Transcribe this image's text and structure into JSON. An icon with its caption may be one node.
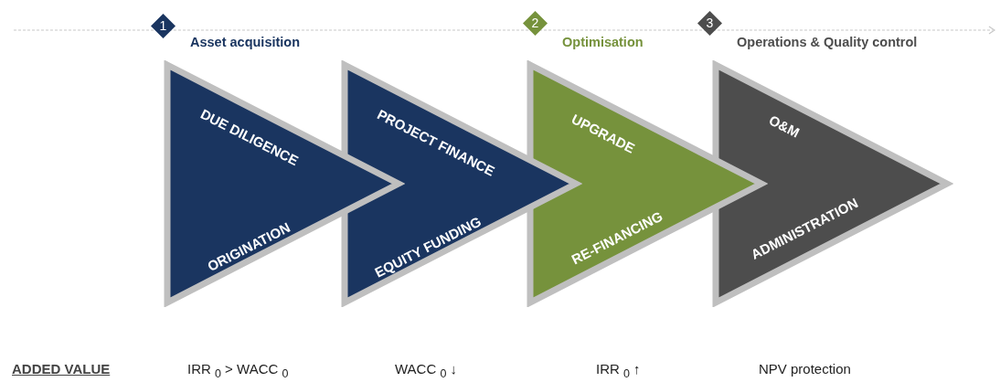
{
  "diagram": {
    "nodes": [
      {
        "text": [
          "1",
          "Asset acquisition"
        ]
      },
      {
        "text": [
          "2",
          "Optimisation"
        ]
      },
      {
        "text": [
          "3",
          "Operations & Quality control"
        ]
      },
      {
        "text": [
          "DUE DILIGENCE",
          "ORIGINATION"
        ]
      },
      {
        "text": [
          "PROJECT FINANCE",
          "EQUITY FUNDING"
        ]
      },
      {
        "text": [
          "UPGRADE",
          "RE-FINANCING"
        ]
      },
      {
        "text": [
          "O&M",
          "ADMINISTRATION"
        ]
      }
    ],
    "edges": [],
    "labels": [
      "ADDED VALUE",
      "IRR $_{0}$ > WACC $_{0}$",
      "WACC $_{0}$ ↓",
      "IRR $_{0}$ ↑",
      "NPV protection"
    ]
  }
}
